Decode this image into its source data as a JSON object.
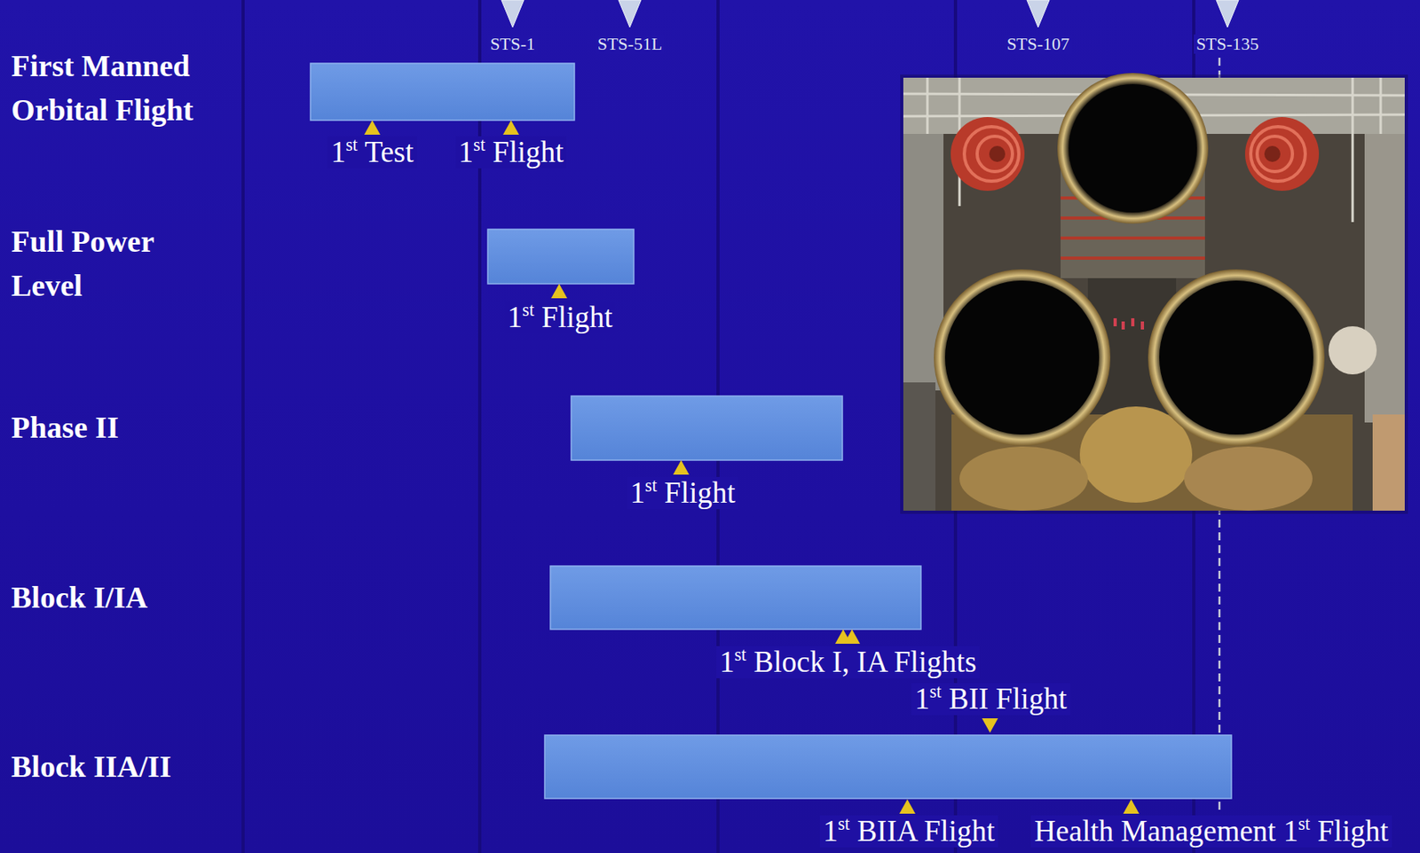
{
  "diagram": {
    "labels": [
      "STS-1",
      "STS-51L",
      "STS-107",
      "STS-135",
      "First Manned Orbital Flight",
      "1st Test",
      "1st Flight",
      "Full Power Level",
      "1st Flight",
      "Phase II",
      "1st Flight",
      "Block I/IA",
      "1st Block I, IA Flights",
      "1st BII Flight",
      "Block IIA/II",
      "1st BIIA Flight",
      "Health Management 1st Flight"
    ]
  }
}
